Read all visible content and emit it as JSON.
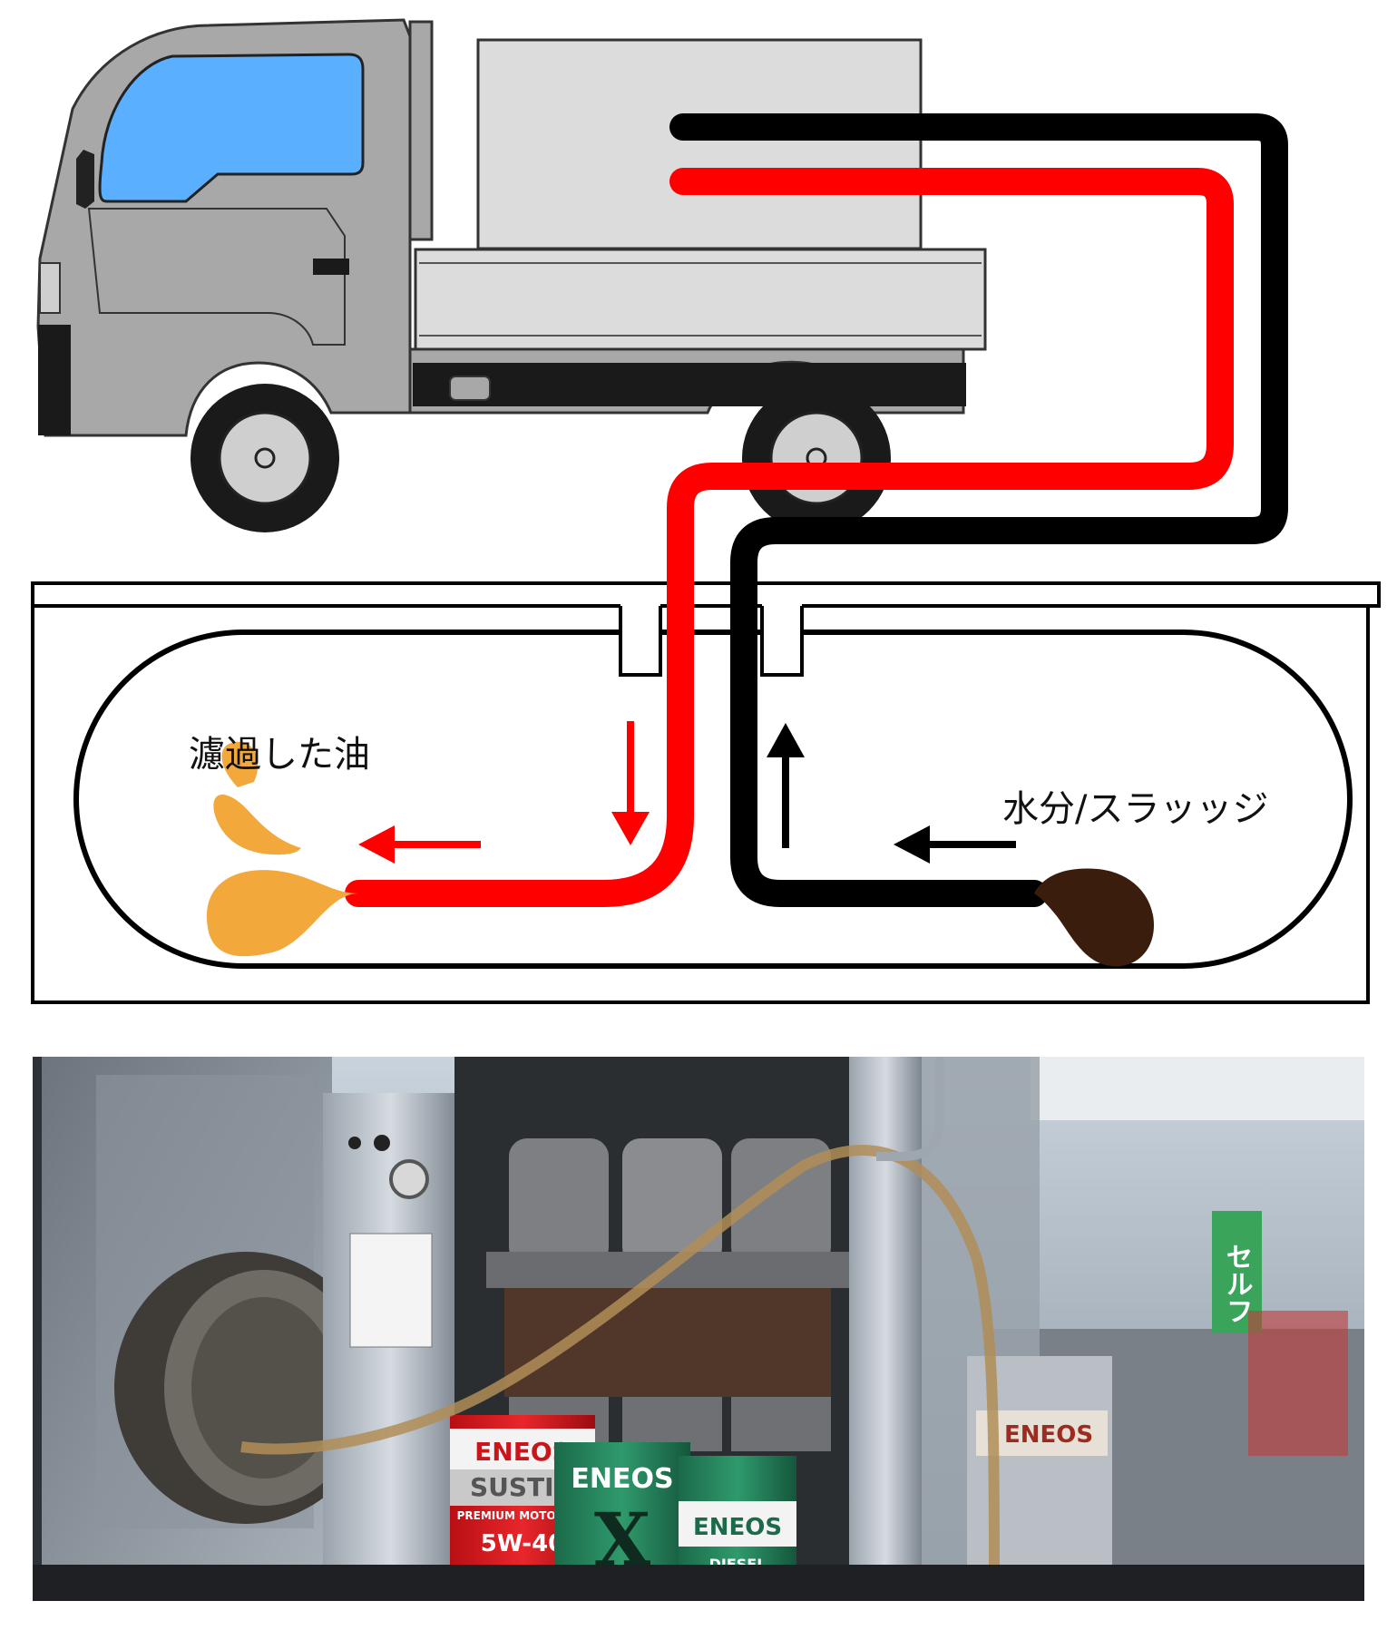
{
  "labels": {
    "filtered_oil": "濾過した油",
    "water_sludge": "水分/スラッッジ"
  },
  "photo": {
    "can_brand": "ENEOS",
    "can_red_product": "SUSTIN",
    "can_red_sub": "PREMIUM MOTOR OIL",
    "can_red_grade": "5W-40",
    "can_green_product": "X",
    "can_diesel_product": "DIESEL",
    "station_sign": "セルフ"
  },
  "colors": {
    "hose_red": "#ff0000",
    "hose_black": "#000000",
    "oil_orange": "#f2a83b",
    "sludge_brown": "#3b1d0e",
    "truck_gray": "#a8a8a8",
    "cargo_box": "#dcdcdc",
    "window_blue": "#5aafff"
  },
  "icons": [
    "truck-icon",
    "arrow-icon",
    "oil-droplet-icon",
    "sludge-droplet-icon"
  ]
}
